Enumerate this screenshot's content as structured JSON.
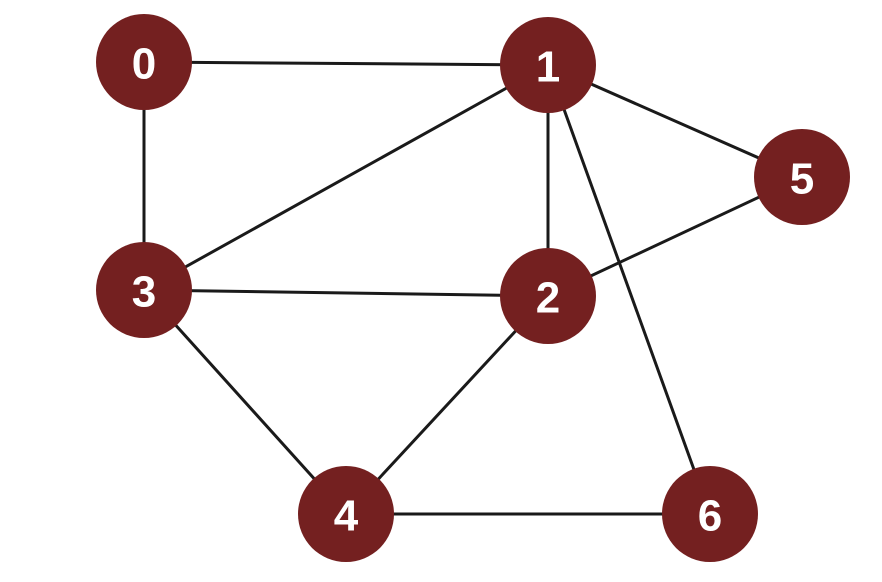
{
  "graph": {
    "node_color": "#742020",
    "edge_color": "#1a1a1a",
    "label_color": "#ffffff",
    "nodes": [
      {
        "id": "0",
        "label": "0"
      },
      {
        "id": "1",
        "label": "1"
      },
      {
        "id": "2",
        "label": "2"
      },
      {
        "id": "3",
        "label": "3"
      },
      {
        "id": "4",
        "label": "4"
      },
      {
        "id": "5",
        "label": "5"
      },
      {
        "id": "6",
        "label": "6"
      }
    ],
    "edges": [
      {
        "from": "0",
        "to": "1"
      },
      {
        "from": "0",
        "to": "3"
      },
      {
        "from": "1",
        "to": "3"
      },
      {
        "from": "1",
        "to": "2"
      },
      {
        "from": "1",
        "to": "5"
      },
      {
        "from": "1",
        "to": "6"
      },
      {
        "from": "5",
        "to": "2"
      },
      {
        "from": "3",
        "to": "2"
      },
      {
        "from": "3",
        "to": "4"
      },
      {
        "from": "2",
        "to": "4"
      },
      {
        "from": "4",
        "to": "6"
      }
    ]
  }
}
